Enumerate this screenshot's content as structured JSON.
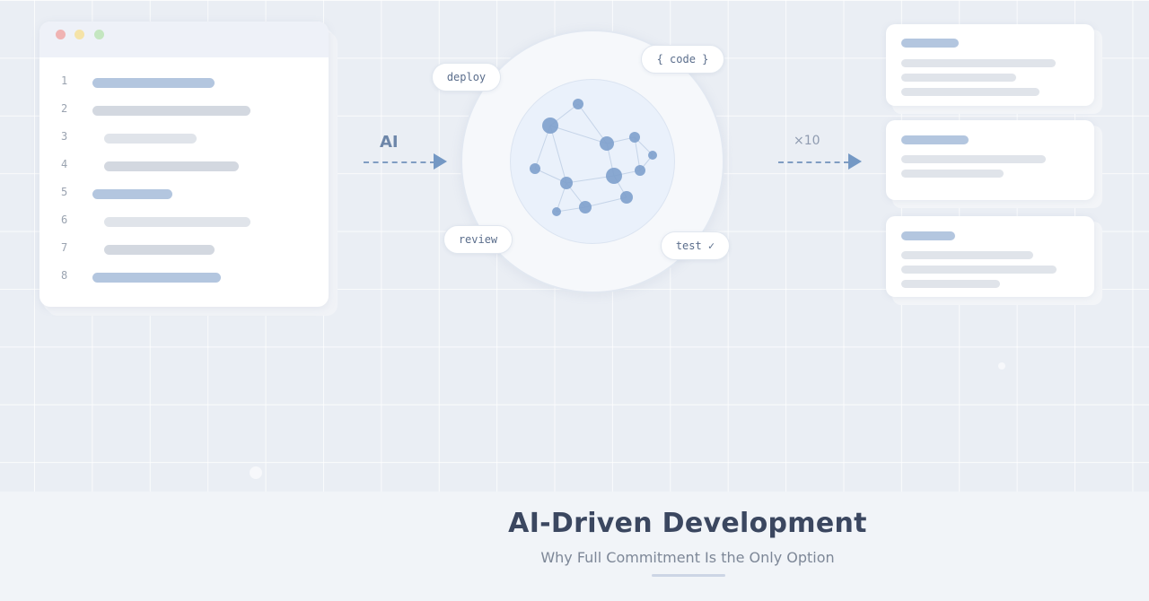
{
  "editor": {
    "lines": [
      "1",
      "2",
      "3",
      "4",
      "5",
      "6",
      "7",
      "8"
    ],
    "window_dots": [
      "#f0b3b3",
      "#f5e3a8",
      "#c4e6c0"
    ]
  },
  "flow": {
    "ai_label": "AI",
    "multiplier_label": "×10"
  },
  "center": {
    "tags": {
      "deploy": "deploy",
      "code": "{ code }",
      "review": "review",
      "test": "test ✓"
    }
  },
  "footer": {
    "title": "AI-Driven Development",
    "subtitle": "Why Full Commitment Is the Only Option"
  },
  "colors": {
    "accent": "#7498c4",
    "title": "#3b4760",
    "node": "#7ea0cc"
  }
}
